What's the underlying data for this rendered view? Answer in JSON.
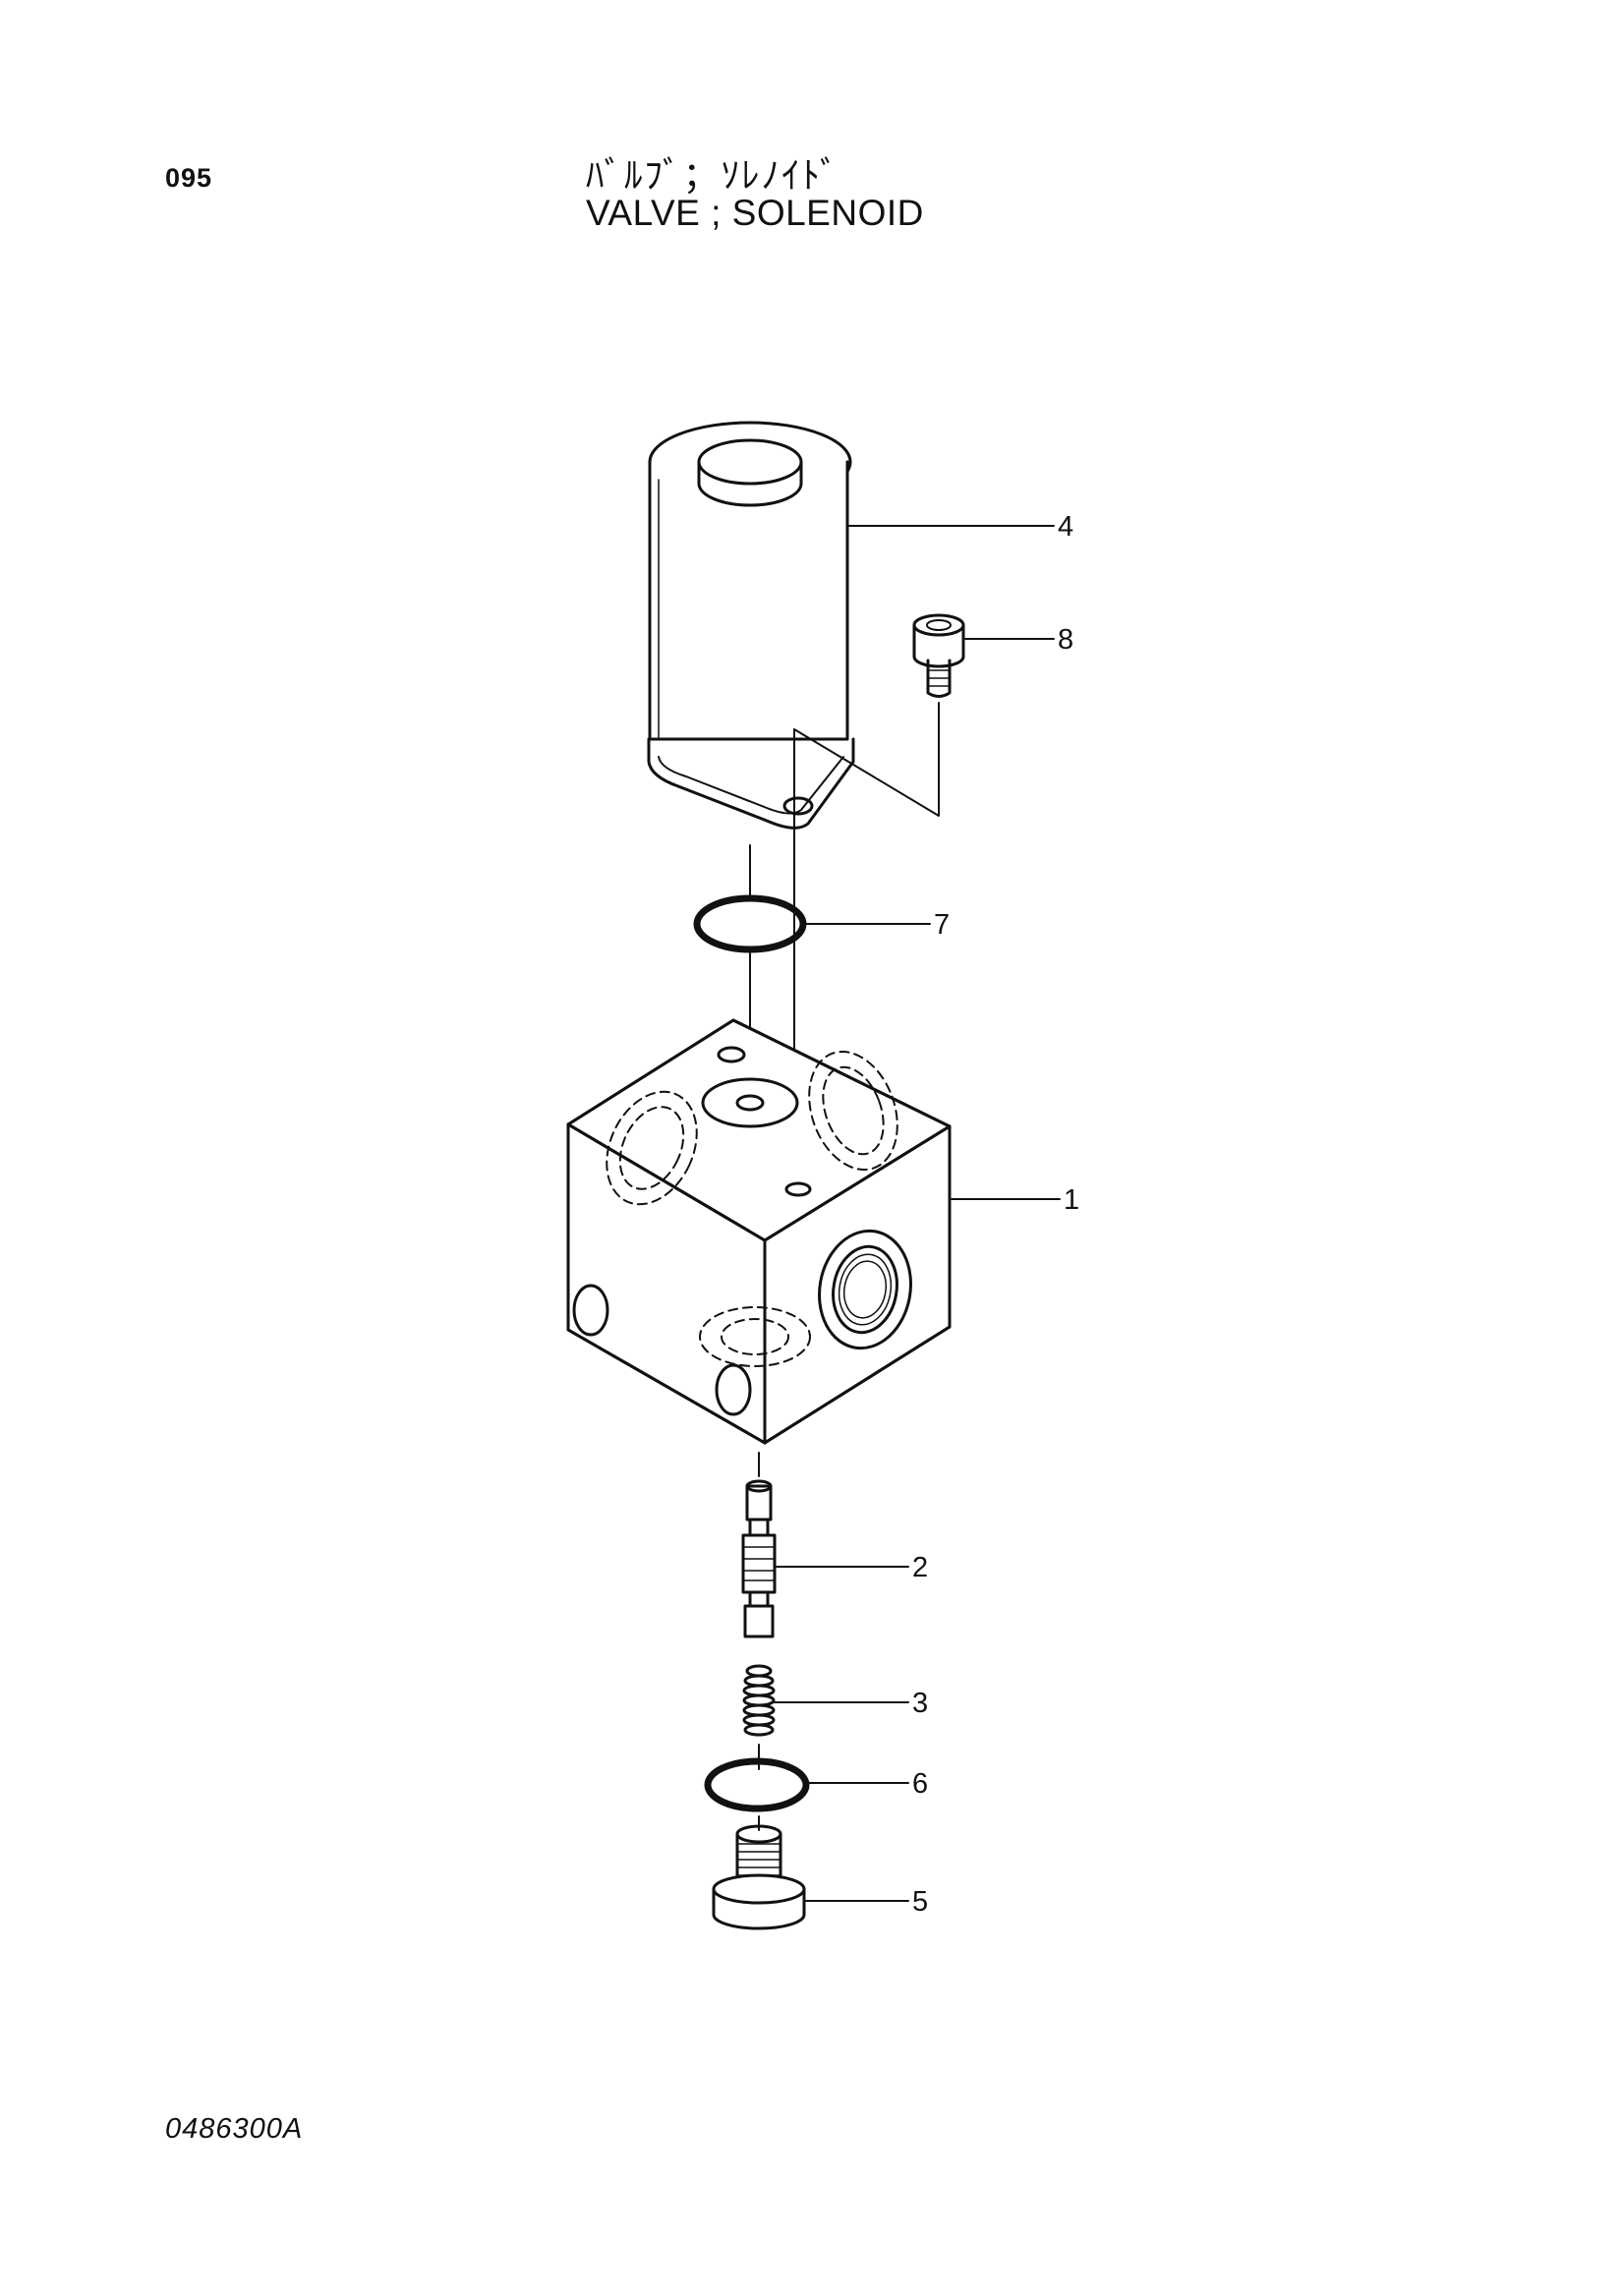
{
  "header": {
    "page_number": "095",
    "title_jp": "ﾊﾞﾙﾌﾞ；ｿﾚﾉｲﾄﾞ",
    "title_en": "VALVE ; SOLENOID"
  },
  "footer": {
    "drawing_number": "0486300A"
  },
  "callouts": [
    {
      "id": "4",
      "label": "4",
      "part": "solenoid-coil"
    },
    {
      "id": "8",
      "label": "8",
      "part": "socket-bolt"
    },
    {
      "id": "7",
      "label": "7",
      "part": "o-ring-upper"
    },
    {
      "id": "1",
      "label": "1",
      "part": "valve-body"
    },
    {
      "id": "2",
      "label": "2",
      "part": "spool"
    },
    {
      "id": "3",
      "label": "3",
      "part": "spring"
    },
    {
      "id": "6",
      "label": "6",
      "part": "o-ring-lower"
    },
    {
      "id": "5",
      "label": "5",
      "part": "plug"
    }
  ]
}
